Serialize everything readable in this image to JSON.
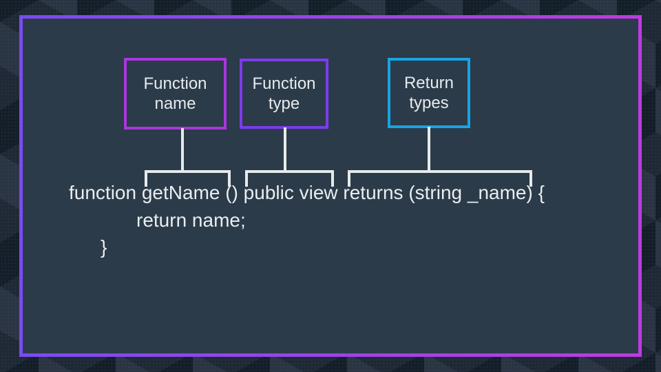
{
  "slide": {
    "colors": {
      "frame_gradient_start": "#7b4bf1",
      "frame_gradient_end": "#be3ae2",
      "slide_background": "#2b3b49",
      "outer_background_base": "#18222e",
      "cube_top_face": "#1f2935",
      "cube_left_face": "#2a3442",
      "cube_right_face": "#141e29",
      "connector": "#e7eaec",
      "text": "#eaedef"
    },
    "callouts": [
      {
        "line1": "Function",
        "line2": "name",
        "border_color": "#aa36dd"
      },
      {
        "line1": "Function",
        "line2": "type",
        "border_color": "#7c3bec"
      },
      {
        "line1": "Return",
        "line2": "types",
        "border_color": "#18a4e2"
      }
    ],
    "code": {
      "line1": "function getName () public view returns (string _name) {",
      "line2": "return name;",
      "line3": "}"
    }
  }
}
